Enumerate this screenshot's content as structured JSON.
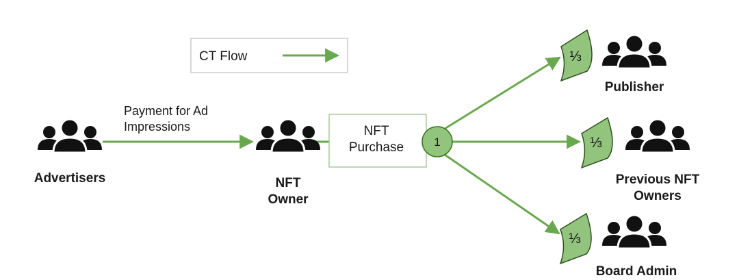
{
  "legend": {
    "label": "CT Flow"
  },
  "edge_label": {
    "line1": "Payment for Ad",
    "line2": "Impressions"
  },
  "nodes": {
    "advertisers": "Advertisers",
    "nft_owner_line1": "NFT",
    "nft_owner_line2": "Owner",
    "publisher": "Publisher",
    "previous_owners_line1": "Previous NFT",
    "previous_owners_line2": "Owners",
    "board_admin": "Board Admin"
  },
  "purchase_box": {
    "line1": "NFT",
    "line2": "Purchase"
  },
  "split_node": {
    "value": "1"
  },
  "shares": {
    "publisher": "⅓",
    "previous_owners": "⅓",
    "board_admin": "⅓"
  },
  "colors": {
    "flow": "#6aa84f",
    "fill": "#93c47d",
    "icon": "#111111",
    "border": "#b7b7b7"
  }
}
